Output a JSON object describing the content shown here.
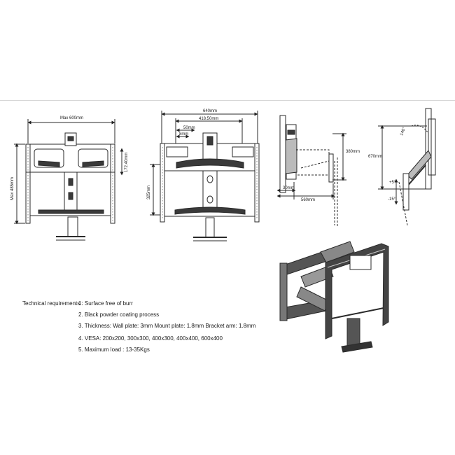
{
  "front_view": {
    "max_width": "Max 600mm",
    "max_height": "Max 485mm",
    "inner_height": "172.40mm"
  },
  "top_view": {
    "width": "640mm",
    "inner_width": "418.50mm",
    "d1": "50mm",
    "d2": "8mm",
    "height": "325mm"
  },
  "side_view": {
    "min_depth": "30mm",
    "max_depth": "560mm",
    "height": "380mm"
  },
  "tilt_view": {
    "height": "670mm",
    "tilt_up": "+5°",
    "tilt_down": "-15°",
    "swivel": "140°"
  },
  "requirements": {
    "heading": "Technical requirements :",
    "items": [
      "1. Surface free of burr",
      "2. Black powder coating process",
      "3. Thickness:  Wall plate:  3mm     Mount plate: 1.8mm     Bracket arm: 1.8mm",
      "4.  VESA:  200x200, 300x300, 400x300, 400x400, 600x400",
      "5. Maximum load :  13-35Kgs"
    ]
  },
  "colors": {
    "line": "#2a2a2a",
    "fill": "#3a3a3a",
    "light": "#bbbbbb"
  }
}
